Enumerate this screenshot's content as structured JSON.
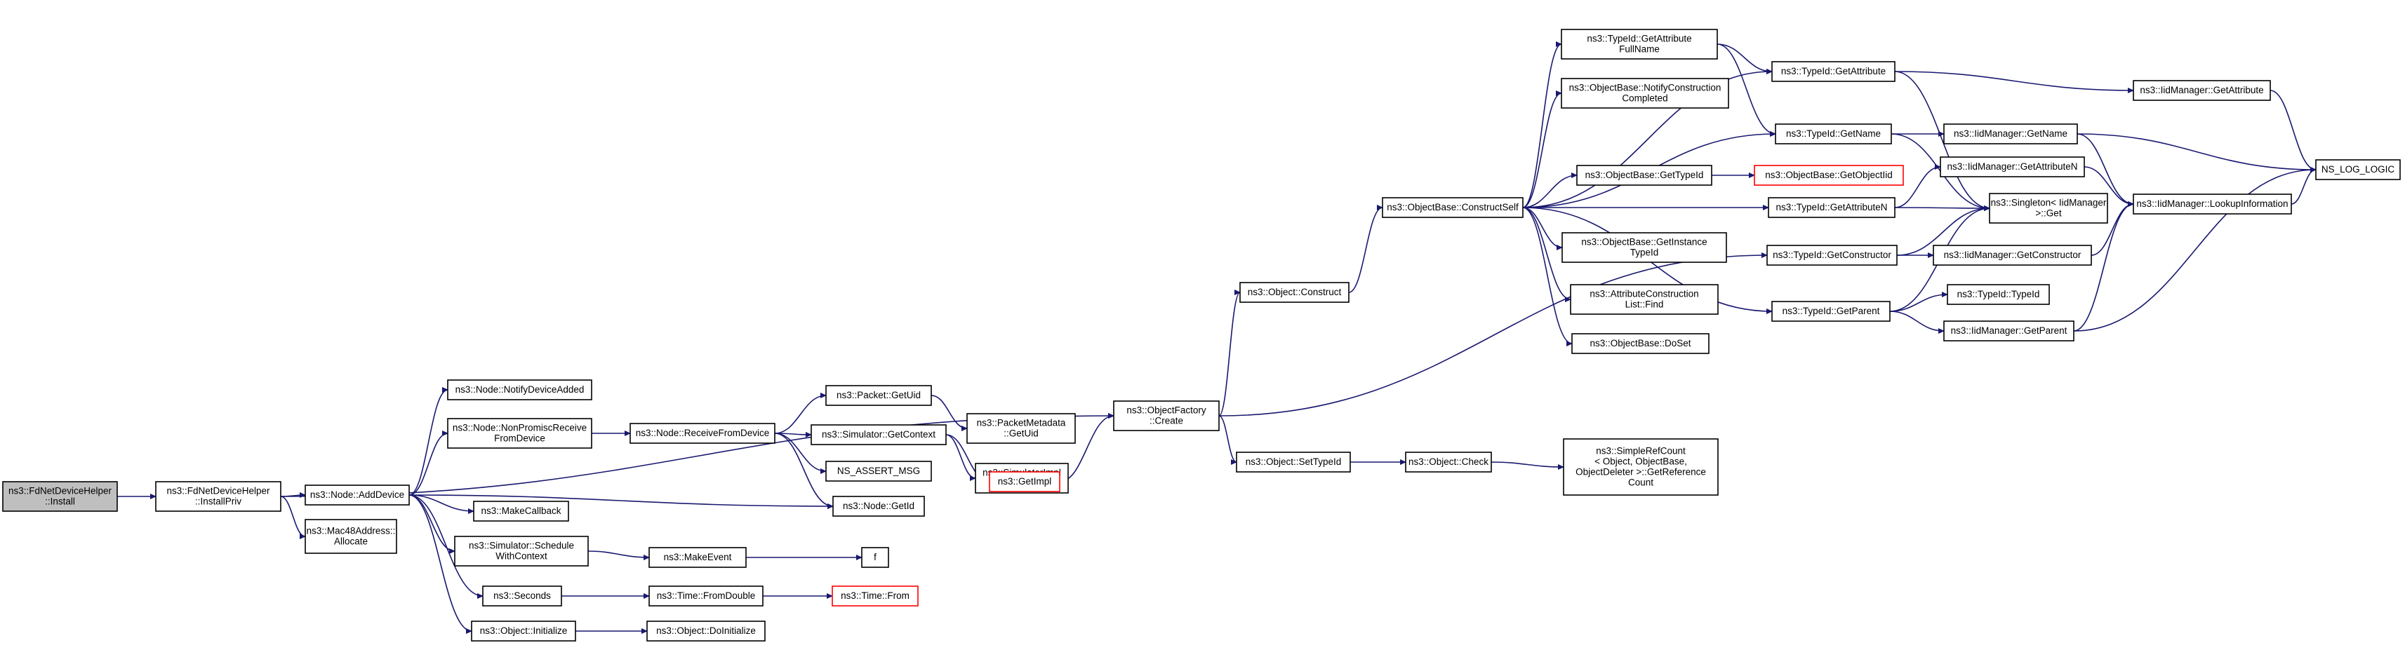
{
  "graph": {
    "nodes": [
      {
        "id": "n0",
        "lines": [
          "ns3::FdNetDeviceHelper",
          "::Install"
        ],
        "root": true
      },
      {
        "id": "n1",
        "lines": [
          "ns3::FdNetDeviceHelper",
          "::InstallPriv"
        ]
      },
      {
        "id": "n2",
        "lines": [
          "ns3::Node::AddDevice"
        ]
      },
      {
        "id": "n3",
        "lines": [
          "ns3::Mac48Address::",
          "Allocate"
        ]
      },
      {
        "id": "n4",
        "lines": [
          "ns3::Node::NotifyDeviceAdded"
        ]
      },
      {
        "id": "n5",
        "lines": [
          "ns3::Node::NonPromiscReceive",
          "FromDevice"
        ]
      },
      {
        "id": "n6",
        "lines": [
          "ns3::MakeCallback"
        ]
      },
      {
        "id": "n7",
        "lines": [
          "ns3::Simulator::Schedule",
          "WithContext"
        ]
      },
      {
        "id": "n8",
        "lines": [
          "ns3::Seconds"
        ]
      },
      {
        "id": "n9",
        "lines": [
          "ns3::Object::Initialize"
        ]
      },
      {
        "id": "n10",
        "lines": [
          "ns3::Node::ReceiveFromDevice"
        ]
      },
      {
        "id": "n11",
        "lines": [
          "ns3::MakeEvent"
        ]
      },
      {
        "id": "n12",
        "lines": [
          "ns3::Time::FromDouble"
        ]
      },
      {
        "id": "n13",
        "lines": [
          "ns3::Object::DoInitialize"
        ]
      },
      {
        "id": "n14",
        "lines": [
          "ns3::Packet::GetUid"
        ]
      },
      {
        "id": "n15",
        "lines": [
          "ns3::Simulator::GetContext"
        ]
      },
      {
        "id": "n16",
        "lines": [
          "NS_ASSERT_MSG"
        ]
      },
      {
        "id": "n17",
        "lines": [
          "ns3::Node::GetId"
        ]
      },
      {
        "id": "n18",
        "lines": [
          "f"
        ]
      },
      {
        "id": "n19",
        "lines": [
          "ns3::Time::From"
        ],
        "red": true
      },
      {
        "id": "n20",
        "lines": [
          "ns3::PacketMetadata",
          "::GetUid"
        ]
      },
      {
        "id": "n21",
        "lines": [
          "ns3::SimulatorImpl",
          "::GetContext"
        ]
      },
      {
        "id": "n22",
        "lines": [
          "ns3::GetImpl"
        ],
        "red": true
      },
      {
        "id": "n23",
        "lines": [
          "ns3::ObjectFactory",
          "::Create"
        ]
      },
      {
        "id": "n24",
        "lines": [
          "ns3::Object::Construct"
        ]
      },
      {
        "id": "n25",
        "lines": [
          "ns3::Object::SetTypeId"
        ]
      },
      {
        "id": "n26",
        "lines": [
          "ns3::ObjectBase::ConstructSelf"
        ]
      },
      {
        "id": "n27",
        "lines": [
          "ns3::Object::Check"
        ]
      },
      {
        "id": "n28",
        "lines": [
          "ns3::SimpleRefCount",
          "< Object, ObjectBase,",
          "ObjectDeleter >::GetReference",
          "Count"
        ]
      },
      {
        "id": "n29",
        "lines": [
          "ns3::TypeId::GetAttribute",
          "FullName"
        ]
      },
      {
        "id": "n30",
        "lines": [
          "ns3::ObjectBase::NotifyConstruction",
          "Completed"
        ]
      },
      {
        "id": "n31",
        "lines": [
          "ns3::ObjectBase::GetTypeId"
        ]
      },
      {
        "id": "n32",
        "lines": [
          "ns3::ObjectBase::GetInstance",
          "TypeId"
        ]
      },
      {
        "id": "n33",
        "lines": [
          "ns3::AttributeConstruction",
          "List::Find"
        ]
      },
      {
        "id": "n34",
        "lines": [
          "ns3::ObjectBase::DoSet"
        ]
      },
      {
        "id": "n35",
        "lines": [
          "ns3::TypeId::GetAttribute"
        ]
      },
      {
        "id": "n36",
        "lines": [
          "ns3::TypeId::GetName"
        ]
      },
      {
        "id": "n37",
        "lines": [
          "ns3::ObjectBase::GetObjectIid"
        ],
        "red": true
      },
      {
        "id": "n38",
        "lines": [
          "ns3::TypeId::GetAttributeN"
        ]
      },
      {
        "id": "n39",
        "lines": [
          "ns3::TypeId::GetConstructor"
        ]
      },
      {
        "id": "n40",
        "lines": [
          "ns3::TypeId::GetParent"
        ]
      },
      {
        "id": "n41",
        "lines": [
          "ns3::Singleton< IidManager",
          ">::Get"
        ]
      },
      {
        "id": "n42",
        "lines": [
          "ns3::IidManager::GetName"
        ]
      },
      {
        "id": "n43",
        "lines": [
          "ns3::IidManager::GetAttributeN"
        ]
      },
      {
        "id": "n44",
        "lines": [
          "ns3::IidManager::GetConstructor"
        ]
      },
      {
        "id": "n45",
        "lines": [
          "ns3::TypeId::TypeId"
        ]
      },
      {
        "id": "n46",
        "lines": [
          "ns3::IidManager::GetParent"
        ]
      },
      {
        "id": "n47",
        "lines": [
          "ns3::IidManager::GetAttribute"
        ]
      },
      {
        "id": "n48",
        "lines": [
          "ns3::IidManager::LookupInformation"
        ]
      },
      {
        "id": "n49",
        "lines": [
          "NS_LOG_LOGIC"
        ]
      }
    ],
    "edges": [
      [
        "n0",
        "n1"
      ],
      [
        "n1",
        "n2"
      ],
      [
        "n1",
        "n3"
      ],
      [
        "n1",
        "n23"
      ],
      [
        "n2",
        "n4"
      ],
      [
        "n2",
        "n5"
      ],
      [
        "n2",
        "n6"
      ],
      [
        "n2",
        "n7"
      ],
      [
        "n2",
        "n8"
      ],
      [
        "n2",
        "n9"
      ],
      [
        "n2",
        "n17"
      ],
      [
        "n5",
        "n10"
      ],
      [
        "n10",
        "n14"
      ],
      [
        "n10",
        "n15"
      ],
      [
        "n10",
        "n16"
      ],
      [
        "n10",
        "n17"
      ],
      [
        "n14",
        "n20"
      ],
      [
        "n15",
        "n21"
      ],
      [
        "n15",
        "n22"
      ],
      [
        "n7",
        "n11"
      ],
      [
        "n11",
        "n18"
      ],
      [
        "n8",
        "n12"
      ],
      [
        "n12",
        "n19"
      ],
      [
        "n9",
        "n13"
      ],
      [
        "n22",
        "n23"
      ],
      [
        "n23",
        "n24"
      ],
      [
        "n23",
        "n25"
      ],
      [
        "n23",
        "n39"
      ],
      [
        "n24",
        "n26"
      ],
      [
        "n25",
        "n27"
      ],
      [
        "n27",
        "n28"
      ],
      [
        "n26",
        "n29"
      ],
      [
        "n26",
        "n30"
      ],
      [
        "n26",
        "n31"
      ],
      [
        "n26",
        "n32"
      ],
      [
        "n26",
        "n33"
      ],
      [
        "n26",
        "n34"
      ],
      [
        "n26",
        "n35"
      ],
      [
        "n26",
        "n36"
      ],
      [
        "n26",
        "n38"
      ],
      [
        "n26",
        "n40"
      ],
      [
        "n31",
        "n37"
      ],
      [
        "n29",
        "n35"
      ],
      [
        "n29",
        "n36"
      ],
      [
        "n35",
        "n47"
      ],
      [
        "n35",
        "n41"
      ],
      [
        "n36",
        "n42"
      ],
      [
        "n36",
        "n41"
      ],
      [
        "n38",
        "n43"
      ],
      [
        "n38",
        "n41"
      ],
      [
        "n39",
        "n44"
      ],
      [
        "n39",
        "n41"
      ],
      [
        "n40",
        "n45"
      ],
      [
        "n40",
        "n46"
      ],
      [
        "n40",
        "n41"
      ],
      [
        "n42",
        "n48"
      ],
      [
        "n42",
        "n49"
      ],
      [
        "n43",
        "n48"
      ],
      [
        "n44",
        "n48"
      ],
      [
        "n46",
        "n48"
      ],
      [
        "n46",
        "n49"
      ],
      [
        "n47",
        "n49"
      ],
      [
        "n48",
        "n49"
      ]
    ]
  }
}
